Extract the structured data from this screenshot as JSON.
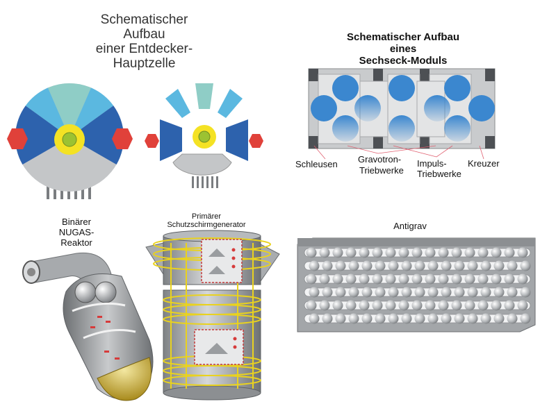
{
  "hauptzelle": {
    "title_lines": [
      "Schematischer",
      "Aufbau",
      "einer Entdecker-",
      "Hauptzelle"
    ]
  },
  "sechseck": {
    "title_lines": [
      "Schematischer Aufbau",
      "eines",
      "Sechseck-Moduls"
    ],
    "labels": {
      "schleusen": "Schleusen",
      "gravotron_1": "Gravotron-",
      "gravotron_2": "Triebwerke",
      "impuls_1": "Impuls-",
      "impuls_2": "Triebwerke",
      "kreuzer": "Kreuzer"
    }
  },
  "reaktor": {
    "title_lines": [
      "Binärer",
      "NUGAS-",
      "Reaktor"
    ]
  },
  "schutzschirm": {
    "title_lines": [
      "Primärer",
      "Schutzschirmgenerator"
    ]
  },
  "antigrav": {
    "title": "Antigrav"
  },
  "colors": {
    "dark_blue": "#2d62ad",
    "light_blue": "#5bb8e0",
    "teal": "#8fcdc6",
    "yellow": "#f4e224",
    "green": "#9cc232",
    "red": "#e0413a",
    "gray": "#c4c6c8",
    "module_blue": "#3b87cf",
    "cable_yellow": "#e9d21f"
  }
}
